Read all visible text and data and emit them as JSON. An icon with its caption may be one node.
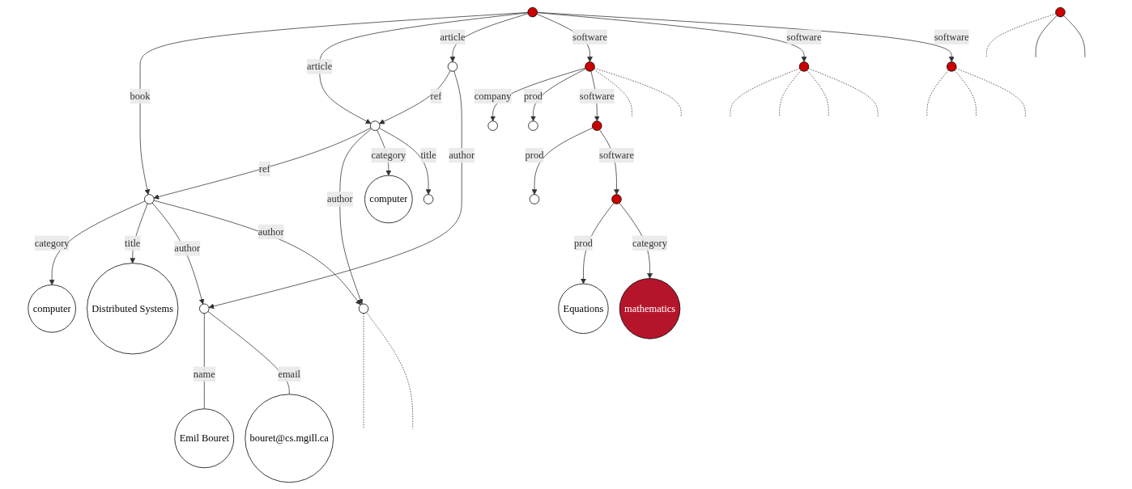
{
  "diagram": {
    "nodes": [
      {
        "text": [],
        "shape": "circle"
      },
      {
        "text": [],
        "shape": "circle"
      },
      {
        "text": [],
        "shape": "circle"
      },
      {
        "text": [],
        "shape": "circle"
      },
      {
        "text": [],
        "shape": "circle"
      },
      {
        "text": [],
        "shape": "circle"
      },
      {
        "text": [],
        "shape": "circle"
      },
      {
        "text": [
          "computer"
        ]
      },
      {
        "text": [
          "Distributed Systems"
        ]
      },
      {
        "text": [],
        "shape": "circle"
      },
      {
        "text": [],
        "shape": "circle"
      },
      {
        "text": [
          "computer"
        ]
      },
      {
        "text": [],
        "shape": "circle"
      },
      {
        "text": [],
        "shape": "circle"
      },
      {
        "text": [],
        "shape": "circle"
      },
      {
        "text": [],
        "shape": "circle"
      },
      {
        "text": [
          "Emil Bouret"
        ]
      },
      {
        "text": [
          "bouret@cs.mgill.ca"
        ]
      },
      {
        "text": [],
        "shape": "circle"
      },
      {
        "text": [],
        "shape": "circle"
      },
      {
        "text": [
          "Equations"
        ]
      },
      {
        "text": [
          "mathematics"
        ]
      },
      {
        "text": [],
        "shape": "circle"
      }
    ],
    "edges": [
      {
        "from": 0,
        "to": 1,
        "arrow": "to",
        "label": "book"
      },
      {
        "from": 0,
        "to": 2,
        "arrow": "to",
        "label": "article"
      },
      {
        "from": 0,
        "to": 3,
        "arrow": "to",
        "label": "article"
      },
      {
        "from": 0,
        "to": 4,
        "arrow": "to",
        "label": "software"
      },
      {
        "from": 0,
        "to": 5,
        "arrow": "to",
        "label": "software"
      },
      {
        "from": 0,
        "to": 6,
        "arrow": "to",
        "label": "software"
      },
      {
        "from": 2,
        "to": 1,
        "arrow": "to",
        "label": "ref"
      },
      {
        "from": 3,
        "to": 2,
        "arrow": "to",
        "label": "ref"
      },
      {
        "from": 1,
        "to": 7,
        "arrow": "to",
        "label": "category"
      },
      {
        "from": 1,
        "to": 8,
        "arrow": "to",
        "label": "title"
      },
      {
        "from": 1,
        "to": 9,
        "arrow": "to",
        "label": "author"
      },
      {
        "from": 1,
        "to": 10,
        "arrow": "to",
        "label": "author"
      },
      {
        "from": 2,
        "to": 10,
        "arrow": "to",
        "label": "author"
      },
      {
        "from": 2,
        "to": 11,
        "arrow": "to",
        "label": "category"
      },
      {
        "from": 2,
        "to": 12,
        "arrow": "to",
        "label": "title"
      },
      {
        "from": 3,
        "to": 9,
        "arrow": "to",
        "label": "author"
      },
      {
        "from": 4,
        "to": 13,
        "arrow": "to",
        "label": "company"
      },
      {
        "from": 4,
        "to": 14,
        "arrow": "to",
        "label": "prod"
      },
      {
        "from": 4,
        "to": 15,
        "arrow": "to",
        "label": "software"
      },
      {
        "from": 9,
        "to": 16,
        "arrow": "none",
        "label": "name"
      },
      {
        "from": 9,
        "to": 17,
        "arrow": "none",
        "label": "email"
      },
      {
        "from": 15,
        "to": 18,
        "arrow": "to",
        "label": "prod"
      },
      {
        "from": 15,
        "to": 19,
        "arrow": "to",
        "label": "software"
      },
      {
        "from": 19,
        "to": 20,
        "arrow": "to",
        "label": "prod"
      },
      {
        "from": 19,
        "to": 21,
        "arrow": "to",
        "label": "category"
      },
      {
        "from": 10,
        "to": null,
        "arrow": "none",
        "style": "dashed"
      },
      {
        "from": 10,
        "to": null,
        "arrow": "none",
        "style": "dashed"
      },
      {
        "from": 4,
        "to": null,
        "arrow": "none",
        "style": "dashed"
      },
      {
        "from": 4,
        "to": null,
        "arrow": "none",
        "style": "dashed"
      },
      {
        "from": 5,
        "to": null,
        "arrow": "none",
        "style": "dashed"
      },
      {
        "from": 5,
        "to": null,
        "arrow": "none",
        "style": "dashed"
      },
      {
        "from": 5,
        "to": null,
        "arrow": "none",
        "style": "dashed"
      },
      {
        "from": 5,
        "to": null,
        "arrow": "none",
        "style": "dashed"
      },
      {
        "from": 6,
        "to": null,
        "arrow": "none",
        "style": "dashed"
      },
      {
        "from": 6,
        "to": null,
        "arrow": "none",
        "style": "dashed"
      },
      {
        "from": 6,
        "to": null,
        "arrow": "none",
        "style": "dashed"
      },
      {
        "from": 22,
        "to": null,
        "arrow": "none",
        "style": "dashed"
      },
      {
        "from": 22,
        "to": null,
        "arrow": "none"
      },
      {
        "from": 22,
        "to": null,
        "arrow": "none"
      }
    ]
  }
}
